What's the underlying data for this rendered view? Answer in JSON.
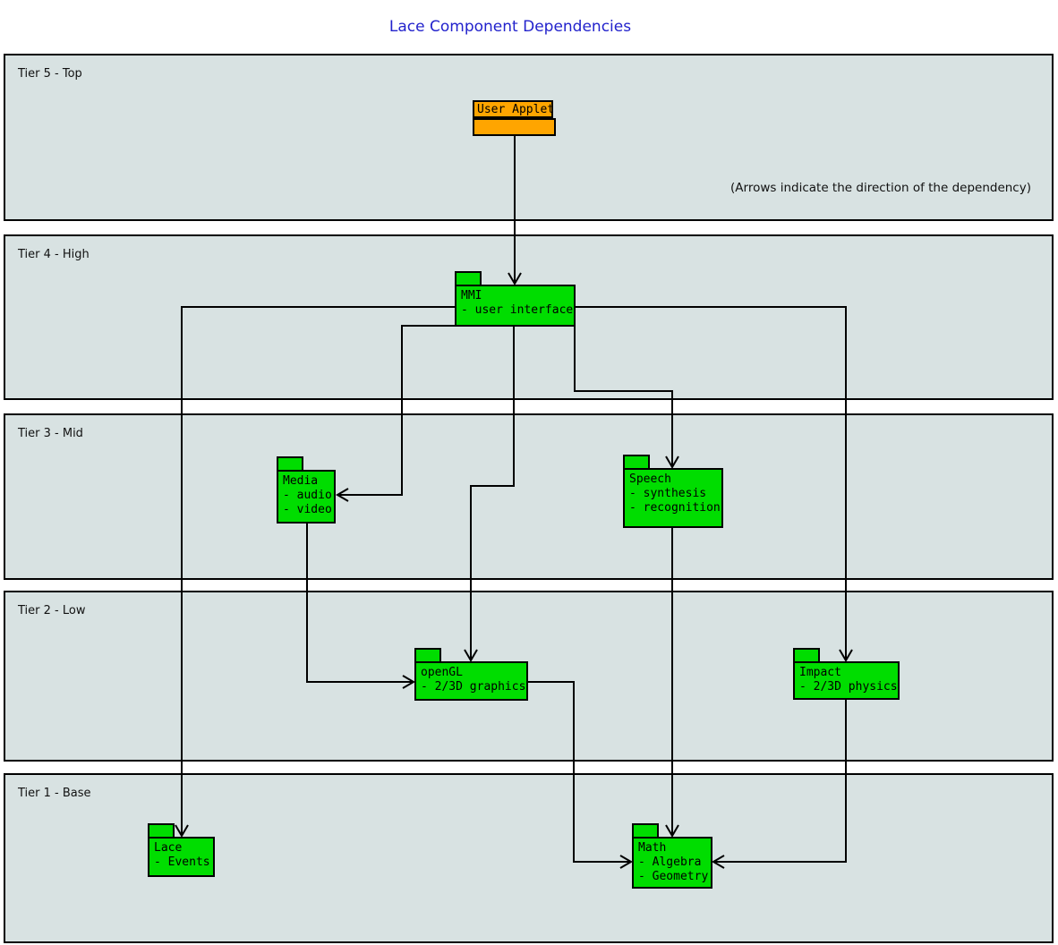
{
  "title": "Lace Component Dependencies",
  "annotation": "(Arrows indicate the direction of the dependency)",
  "tiers": [
    {
      "label": "Tier 5 - Top"
    },
    {
      "label": "Tier 4 - High"
    },
    {
      "label": "Tier 3 - Mid"
    },
    {
      "label": "Tier 2 - Low"
    },
    {
      "label": "Tier 1 - Base"
    }
  ],
  "components": {
    "user_applet": {
      "name": "User Applet"
    },
    "mmi": {
      "name": "MMI",
      "sub1": "- user interface"
    },
    "media": {
      "name": "Media",
      "sub1": "- audio",
      "sub2": "- video"
    },
    "speech": {
      "name": "Speech",
      "sub1": "- synthesis",
      "sub2": "- recognition"
    },
    "opengl": {
      "name": "openGL",
      "sub1": "- 2/3D graphics"
    },
    "impact": {
      "name": "Impact",
      "sub1": "- 2/3D physics"
    },
    "lace": {
      "name": "Lace",
      "sub1": "- Events"
    },
    "math": {
      "name": "Math",
      "sub1": "- Algebra",
      "sub2": "- Geometry"
    }
  },
  "colors": {
    "component_fill": "#00dd00",
    "applet_fill": "#ffa500",
    "tier_fill": "#d8e2e2",
    "title_text": "#2222cc",
    "line": "#000000"
  }
}
